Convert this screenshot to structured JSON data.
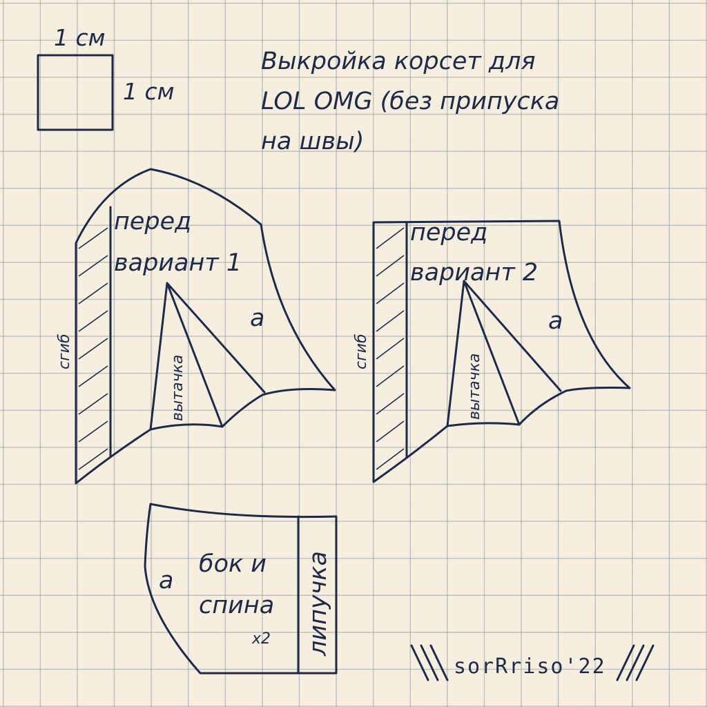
{
  "scale": {
    "top_label": "1 см",
    "right_label": "1 см"
  },
  "title": {
    "line1": "Выкройка корсет для",
    "line2": "LOL OMG (без припуска",
    "line3": "на швы)"
  },
  "piece_front_1": {
    "name_line1": "перед",
    "name_line2": "вариант 1",
    "fold": "сгиб",
    "dart": "вытачка",
    "seam_mark": "a"
  },
  "piece_front_2": {
    "name_line1": "перед",
    "name_line2": "вариант 2",
    "fold": "сгиб",
    "dart": "вытачка",
    "seam_mark": "a"
  },
  "piece_side_back": {
    "name_line1": "бок и",
    "name_line2": "спина",
    "count": "x2",
    "velcro": "липучка",
    "seam_mark": "a"
  },
  "signature": "sorRriso'22",
  "colors": {
    "paper": "#f6eedf",
    "ink": "#1e2a4a",
    "grid": "#8c9aa3"
  }
}
